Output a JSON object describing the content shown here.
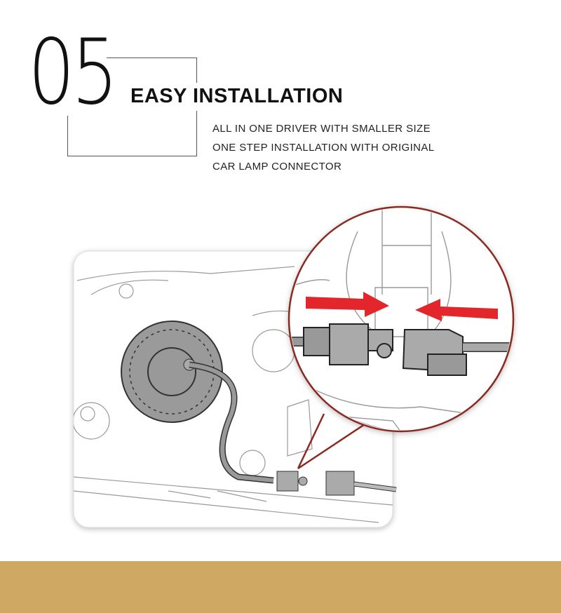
{
  "section_number": "05",
  "title": "EASY INSTALLATION",
  "description_lines": [
    "ALL IN ONE DRIVER WITH SMALLER SIZE",
    "ONE STEP INSTALLATION WITH ORIGINAL",
    "CAR LAMP CONNECTOR"
  ],
  "colors": {
    "accent_band": "#cfa964",
    "arrow": "#e3262b",
    "magnifier_ring": "#8a2a22"
  }
}
